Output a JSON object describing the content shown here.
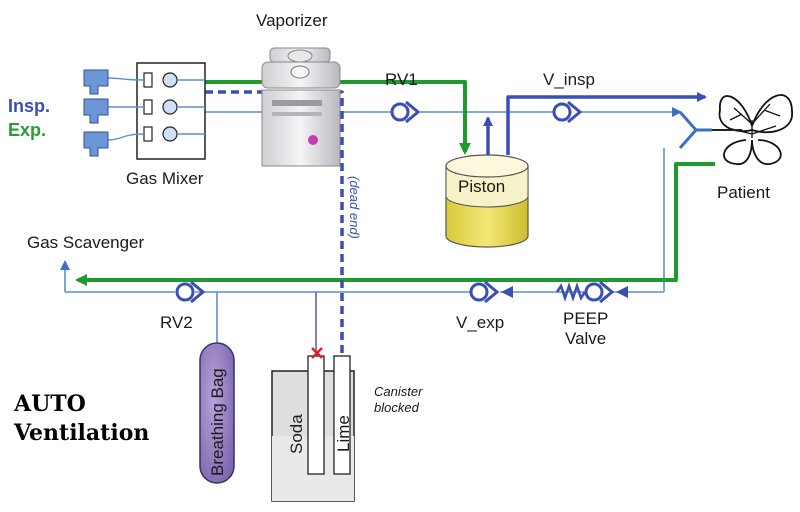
{
  "legend": {
    "insp": "Insp.",
    "exp": "Exp."
  },
  "labels": {
    "vaporizer": "Vaporizer",
    "gas_mixer": "Gas Mixer",
    "rv1": "RV1",
    "v_insp": "V_insp",
    "piston": "Piston",
    "patient": "Patient",
    "gas_scavenger": "Gas Scavenger",
    "rv2": "RV2",
    "v_exp": "V_exp",
    "peep_line1": "PEEP",
    "peep_line2": "Valve",
    "dead_end": "(dead end)",
    "canister_line1": "Canister",
    "canister_line2": "blocked",
    "breathing_bag": "Breathing Bag",
    "soda": "Soda",
    "lime": "Lime"
  },
  "mode": {
    "line1": "AUTO",
    "line2": "Ventilation"
  },
  "colors": {
    "insp_line": "#3a4fb5",
    "exp_line": "#1f9a2e",
    "thin_line": "#5b8fd6",
    "piston_fill": "#e8d84a",
    "bag_fill": "#9b84c4",
    "block_mark": "#e02020"
  }
}
